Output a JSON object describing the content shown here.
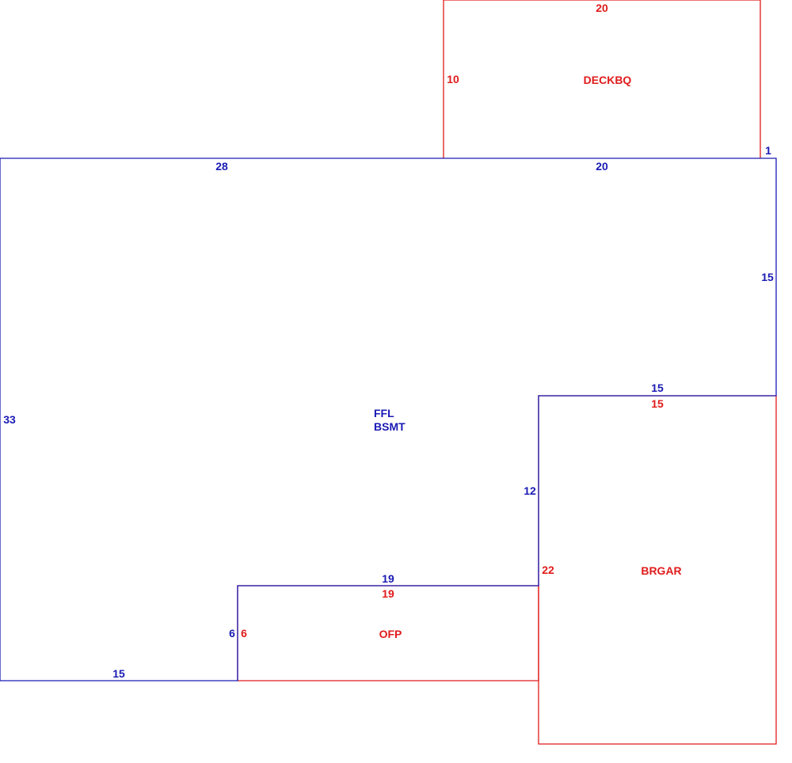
{
  "colors": {
    "main": "#1a1ab5",
    "addition": "#e01b1b"
  },
  "areas": {
    "main_line1": "FFL",
    "main_line2": "BSMT",
    "deck": "DECKBQ",
    "garage": "BRGAR",
    "porch": "OFP"
  },
  "dimensions": {
    "main_top_left": "28",
    "main_top_right": "20",
    "main_right_notch": "1",
    "main_right": "15",
    "main_left": "33",
    "main_step_top": "15",
    "main_step_side": "12",
    "main_porch_top": "19",
    "main_porch_side": "6",
    "main_bottom": "15",
    "deck_top": "20",
    "deck_side": "10",
    "garage_top": "15",
    "garage_side": "22",
    "porch_top": "19",
    "porch_side": "6"
  }
}
